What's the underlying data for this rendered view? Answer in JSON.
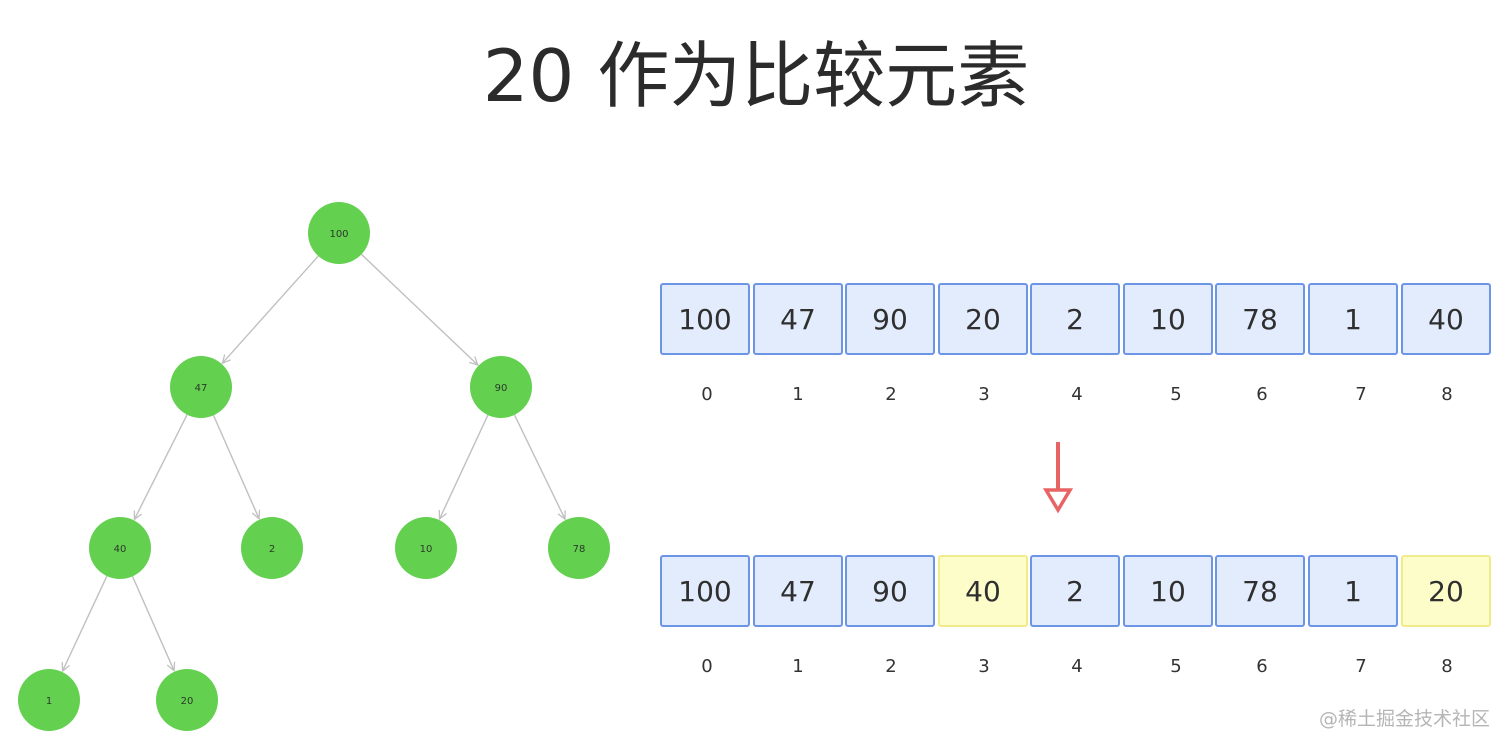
{
  "title": "20 作为比较元素",
  "tree": {
    "node_color": "#64d050",
    "edge_color": "#c0c0c0",
    "nodes": [
      {
        "id": "n100",
        "label": "100"
      },
      {
        "id": "n47",
        "label": "47"
      },
      {
        "id": "n90",
        "label": "90"
      },
      {
        "id": "n40",
        "label": "40"
      },
      {
        "id": "n2",
        "label": "2"
      },
      {
        "id": "n10",
        "label": "10"
      },
      {
        "id": "n78",
        "label": "78"
      },
      {
        "id": "n1",
        "label": "1"
      },
      {
        "id": "n20",
        "label": "20"
      }
    ],
    "edges": [
      [
        "n100",
        "n47"
      ],
      [
        "n100",
        "n90"
      ],
      [
        "n47",
        "n40"
      ],
      [
        "n47",
        "n2"
      ],
      [
        "n90",
        "n10"
      ],
      [
        "n90",
        "n78"
      ],
      [
        "n40",
        "n1"
      ],
      [
        "n40",
        "n20"
      ]
    ]
  },
  "arrays": {
    "before": {
      "values": [
        "100",
        "47",
        "90",
        "20",
        "2",
        "10",
        "78",
        "1",
        "40"
      ],
      "highlighted": []
    },
    "after": {
      "values": [
        "100",
        "47",
        "90",
        "40",
        "2",
        "10",
        "78",
        "1",
        "20"
      ],
      "highlighted": [
        3,
        8
      ]
    },
    "indices": [
      "0",
      "1",
      "2",
      "3",
      "4",
      "5",
      "6",
      "7",
      "8"
    ],
    "cell_color": "#e3ecfd",
    "highlight_color": "#fdfdc9"
  },
  "arrow_color": "#e86464",
  "watermark": "@稀土掘金技术社区"
}
